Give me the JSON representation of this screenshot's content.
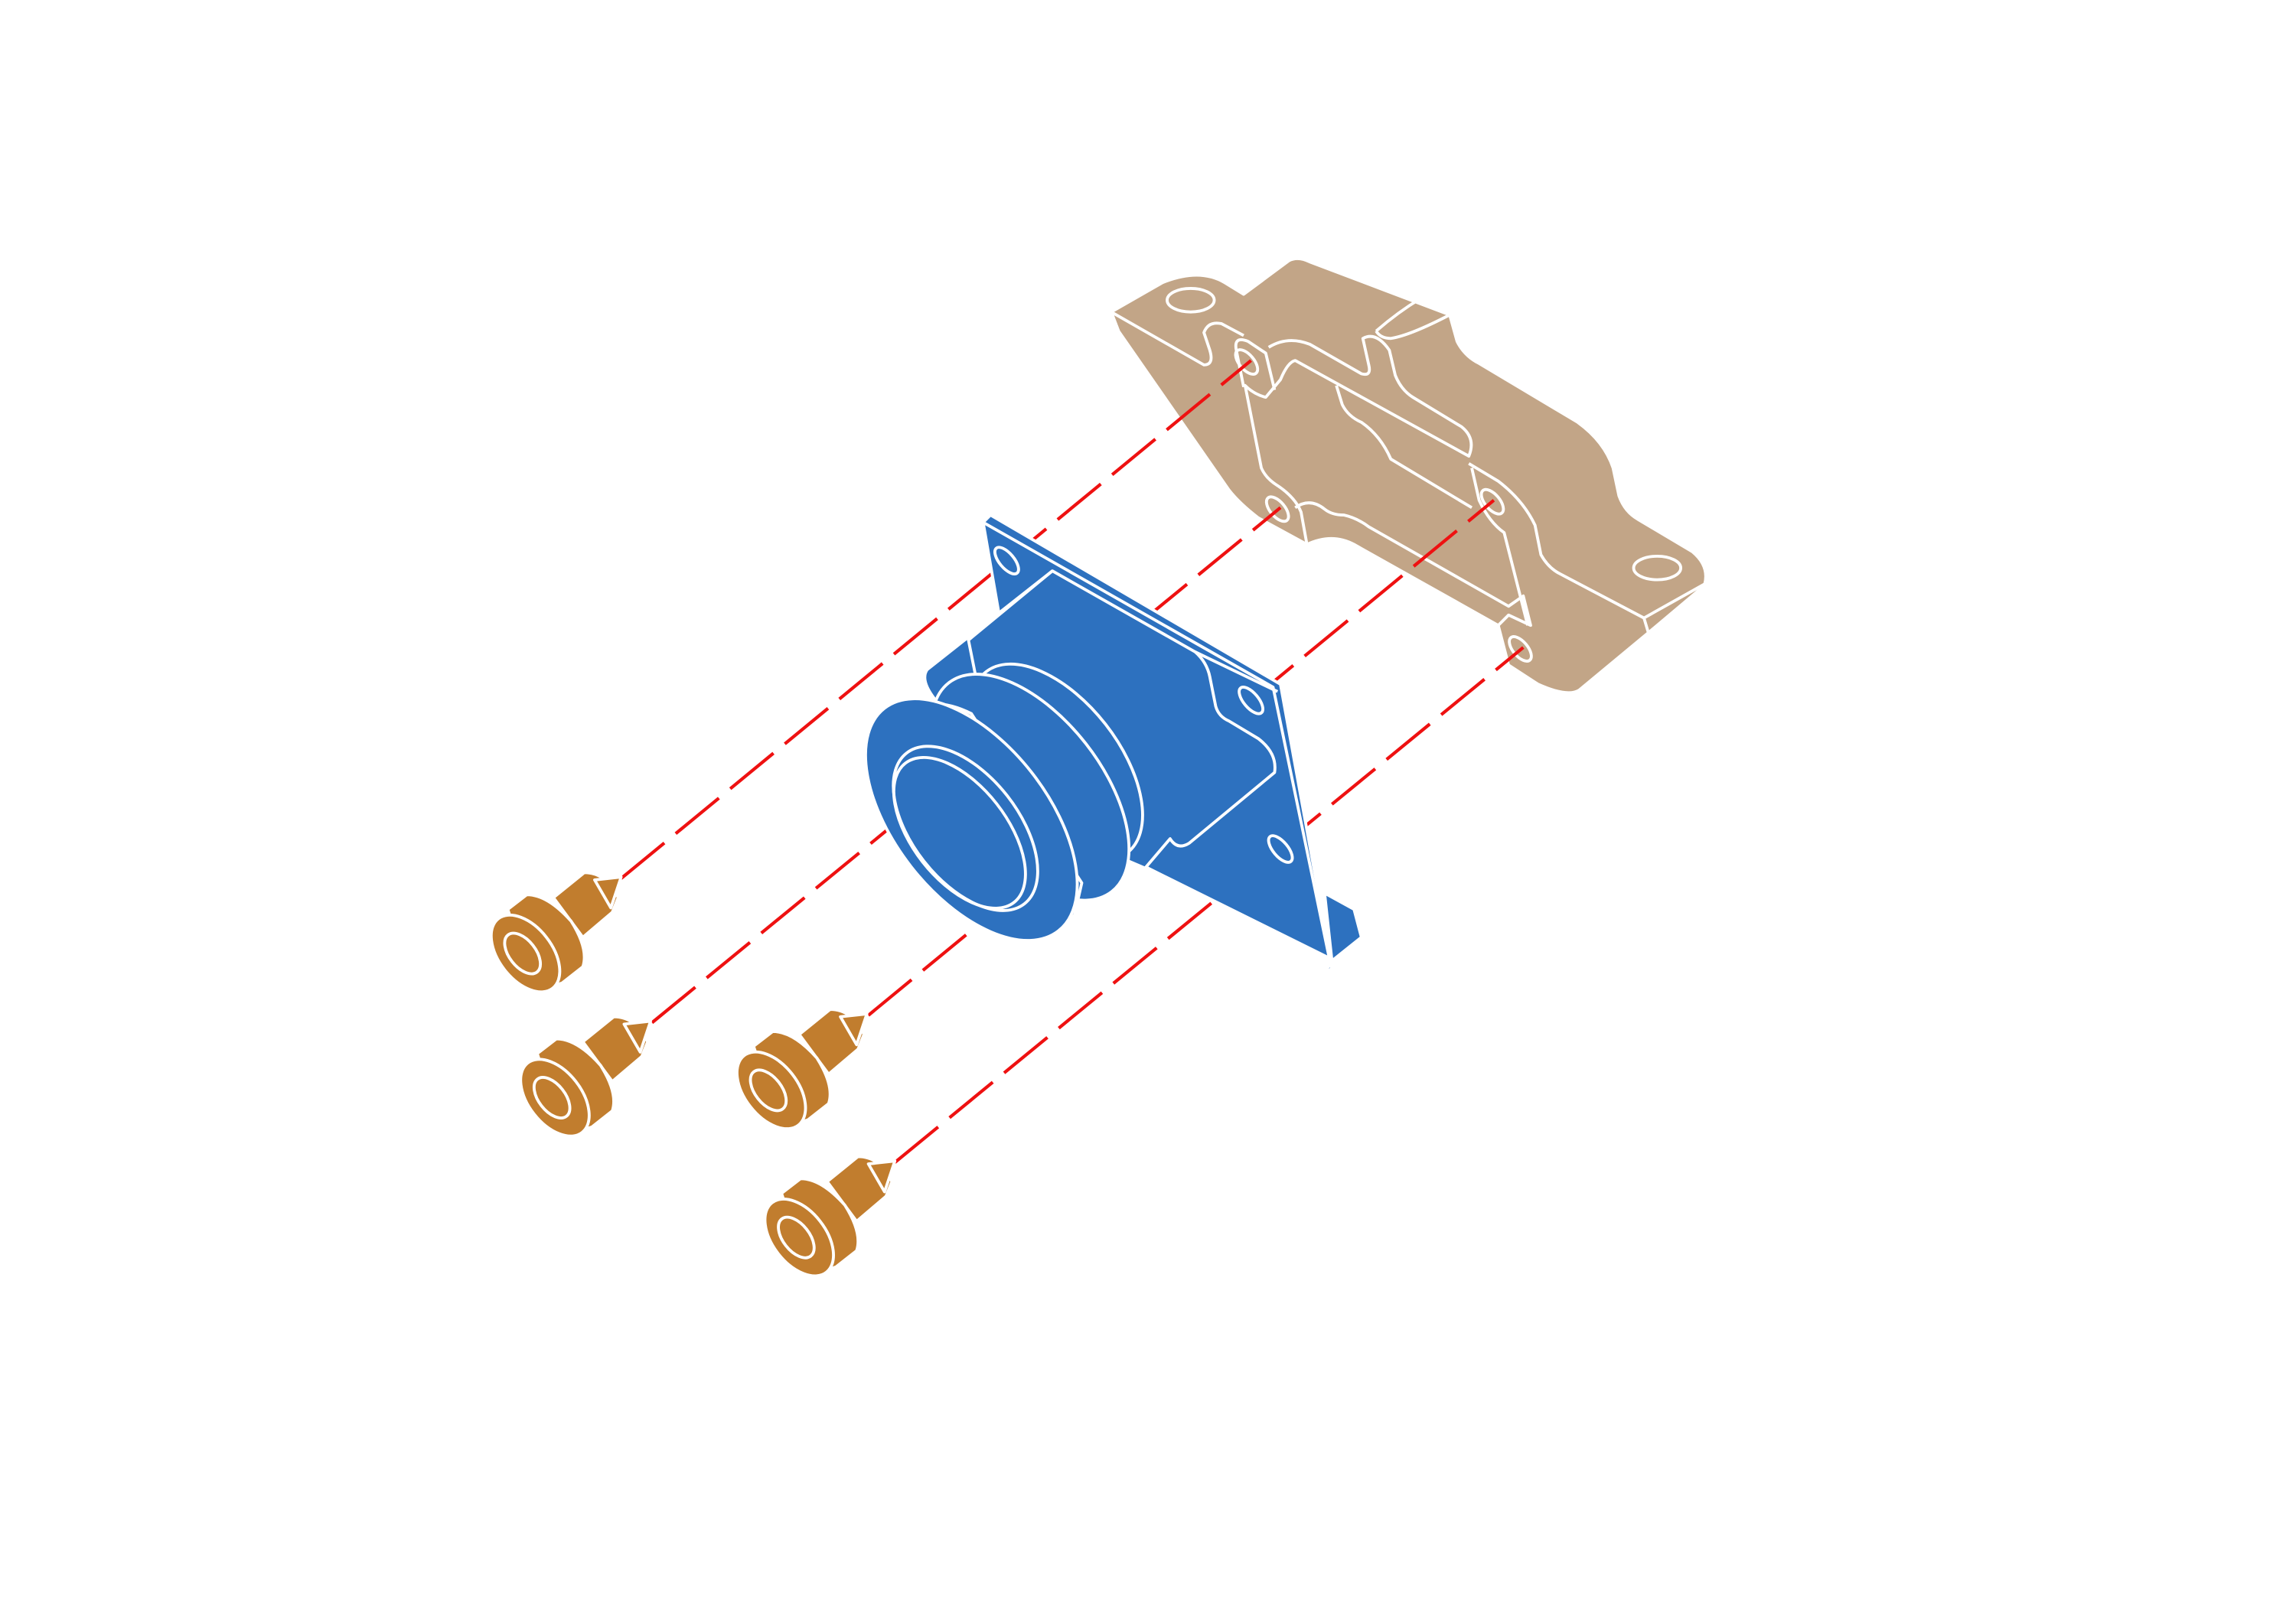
{
  "diagram": {
    "type": "exploded-assembly-view",
    "parts": [
      {
        "name": "mounting-bracket",
        "color": "#C2A587"
      },
      {
        "name": "flanged-housing",
        "color": "#2D71BF"
      },
      {
        "name": "screws",
        "count": 4,
        "color": "#C17D2E"
      }
    ],
    "assembly_axis_color": "#EE1111",
    "background": "#FFFFFF"
  }
}
